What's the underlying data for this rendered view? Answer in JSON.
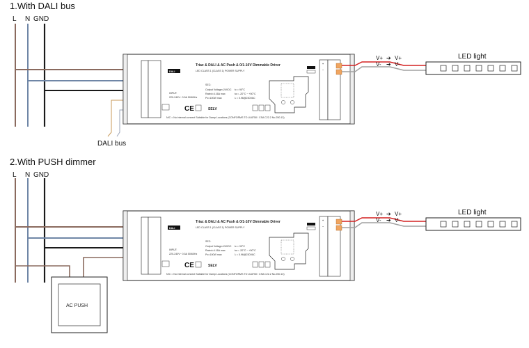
{
  "sections": [
    {
      "title": "1.With DALI bus",
      "terminals": {
        "l": "L",
        "n": "N",
        "gnd": "GND"
      },
      "bus_label": "DALI bus"
    },
    {
      "title": "2.With PUSH dimmer",
      "terminals": {
        "l": "L",
        "n": "N",
        "gnd": "GND"
      },
      "push_label": "AC PUSH"
    }
  ],
  "driver": {
    "title": "Triac & DALI & AC Push & 0/1-10V Dimmable Driver",
    "subtitle": "LED CLASS 1 (CLASS 1) POWER SUPPLY",
    "dali_logo": "DALI",
    "sec": "SEC:",
    "output_voltage": "Output Voltage=24VDC",
    "rated": "Rated=4.16A max",
    "power": "Po=100W max",
    "tc": "tc = 90°C",
    "ta": "ta = -20°C ~ +50°C",
    "lambda": "λ = 0.96@230VAC",
    "input": "INPUT:",
    "input_v": "220-240V~ 0.5A 50/60Hz",
    "selv": "SELV",
    "ce": "CE",
    "footer": "N/C = No internal connect   Suitable for Damp Locations (CONFORMS TO UL8750 / CSA C22.2 No.250.13)"
  },
  "output": {
    "vplus": "V+",
    "vminus": "V-",
    "led_label": "LED light"
  },
  "colors": {
    "line_l": "#8a6a5e",
    "line_n": "#6f86a6",
    "line_gnd": "#1a1a1a",
    "dali_a": "#c89a5a",
    "dali_b": "#9ba4b8",
    "red": "#d42020",
    "grey": "#a0a0a0",
    "terminal_orange": "#f0a560"
  }
}
